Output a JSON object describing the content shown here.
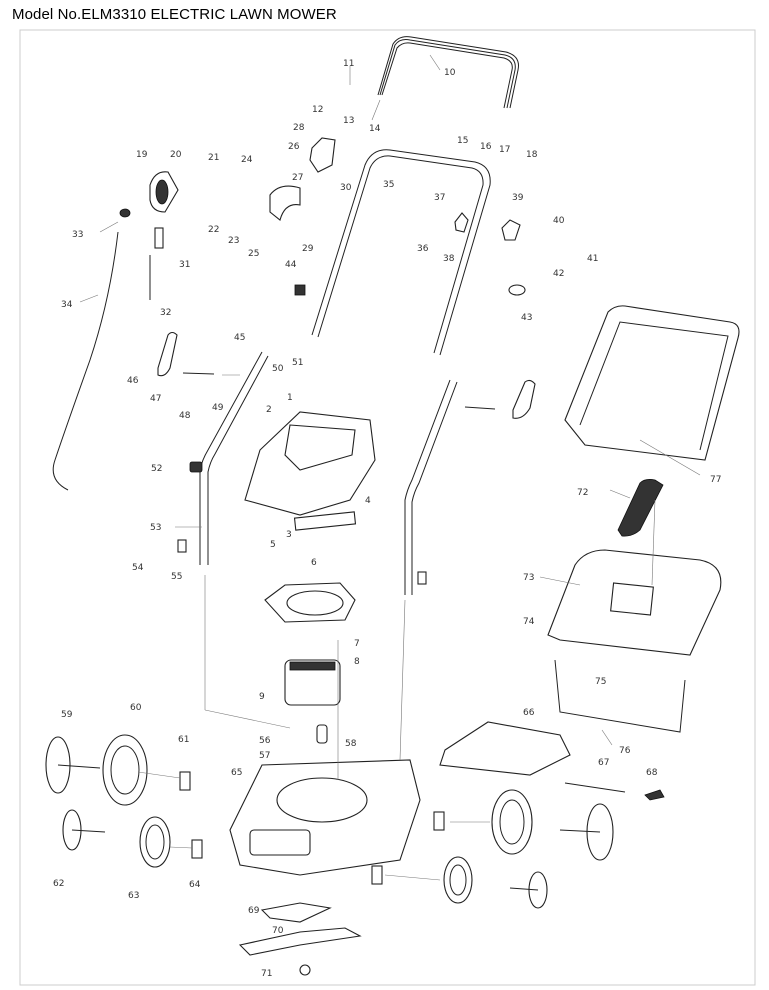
{
  "title": "Model No.ELM3310 ELECTRIC LAWN MOWER",
  "part_numbers": [
    "1",
    "2",
    "3",
    "4",
    "5",
    "6",
    "7",
    "8",
    "9",
    "10",
    "11",
    "12",
    "13",
    "14",
    "15",
    "16",
    "17",
    "18",
    "19",
    "20",
    "21",
    "22",
    "23",
    "24",
    "25",
    "26",
    "27",
    "28",
    "29",
    "30",
    "31",
    "32",
    "33",
    "34",
    "35",
    "36",
    "37",
    "38",
    "39",
    "40",
    "41",
    "42",
    "43",
    "44",
    "45",
    "46",
    "47",
    "48",
    "49",
    "50",
    "51",
    "52",
    "53",
    "54",
    "55",
    "56",
    "57",
    "58",
    "59",
    "60",
    "61",
    "62",
    "63",
    "64",
    "65",
    "66",
    "67",
    "68",
    "69",
    "70",
    "71",
    "72",
    "73",
    "74",
    "75",
    "76",
    "77"
  ]
}
